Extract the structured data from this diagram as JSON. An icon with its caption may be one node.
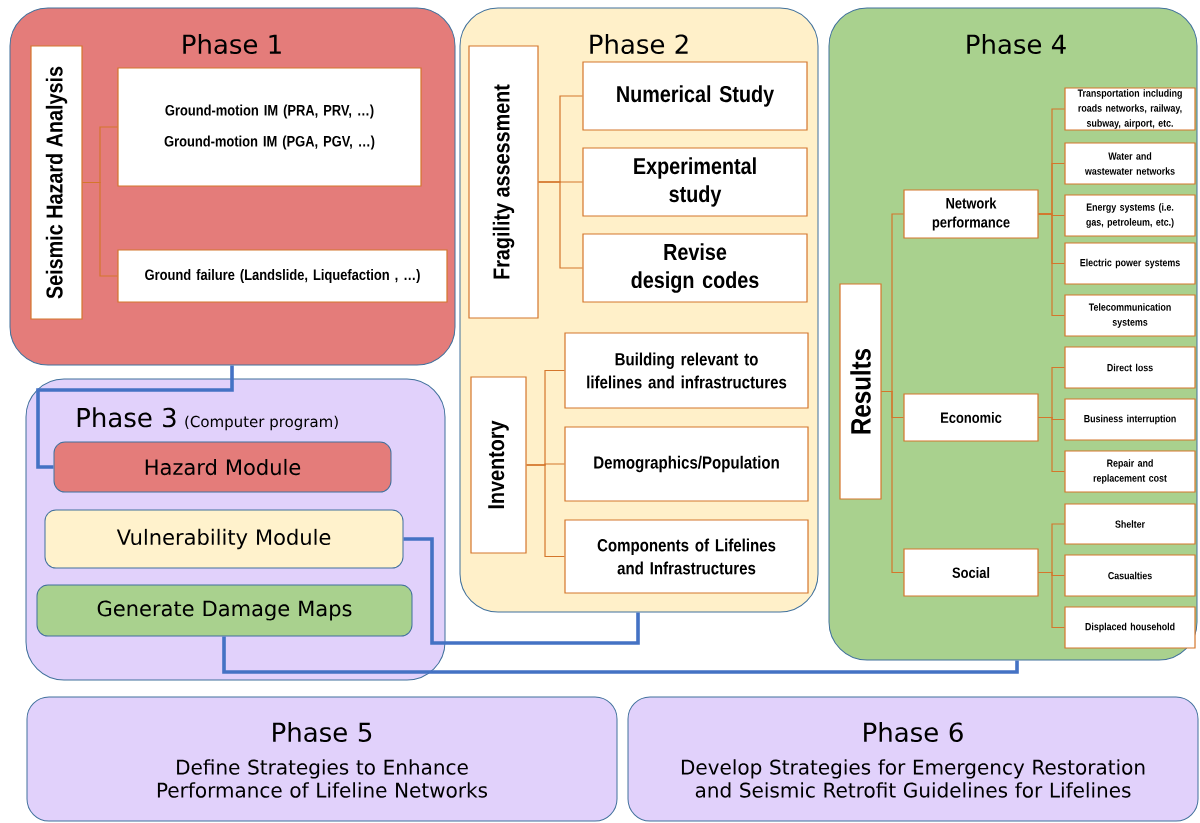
{
  "diagram": {
    "nodes": [
      {
        "text": [
          "Phase 1"
        ]
      },
      {
        "text": [
          "Seismic Hazard Analysis"
        ],
        "in": 0
      },
      {
        "text": [
          "Ground-motion IM (PRA, PRV, …)",
          "Ground-motion IM (PGA, PGV, …)"
        ],
        "in": 0
      },
      {
        "text": [
          "Ground failure (Landslide, Liquefaction , …)"
        ],
        "in": 0
      },
      {
        "text": [
          "Phase 2"
        ]
      },
      {
        "text": [
          "Fragility assessment"
        ],
        "in": 4
      },
      {
        "text": [
          "Numerical Study"
        ],
        "in": 4
      },
      {
        "text": [
          "Experimental study"
        ],
        "in": 4
      },
      {
        "text": [
          "Revise design codes"
        ],
        "in": 4
      },
      {
        "text": [
          "Inventory"
        ],
        "in": 4
      },
      {
        "text": [
          "Building relevant to lifelines and infrastructures"
        ],
        "in": 4
      },
      {
        "text": [
          "Demographics/Population"
        ],
        "in": 4
      },
      {
        "text": [
          "Components of Lifelines and Infrastructures"
        ],
        "in": 4
      },
      {
        "text": [
          "Phase 3",
          "(Computer program)"
        ]
      },
      {
        "text": [
          "Hazard Module"
        ],
        "in": 13
      },
      {
        "text": [
          "Vulnerability Module"
        ],
        "in": 13
      },
      {
        "text": [
          "Generate Damage Maps"
        ],
        "in": 13
      },
      {
        "text": [
          "Phase 4"
        ]
      },
      {
        "text": [
          "Results"
        ],
        "in": 17
      },
      {
        "text": [
          "Network performance"
        ],
        "in": 17
      },
      {
        "text": [
          "Economic"
        ],
        "in": 17
      },
      {
        "text": [
          "Social"
        ],
        "in": 17
      },
      {
        "text": [
          "Transportation including roads networks, railway, subway, airport, etc."
        ],
        "in": 17
      },
      {
        "text": [
          "Water and wastewater networks"
        ],
        "in": 17
      },
      {
        "text": [
          "Energy systems (i.e. gas, petroleum, etc.)"
        ],
        "in": 17
      },
      {
        "text": [
          "Electric power systems"
        ],
        "in": 17
      },
      {
        "text": [
          "Telecommunication systems"
        ],
        "in": 17
      },
      {
        "text": [
          "Direct loss"
        ],
        "in": 17
      },
      {
        "text": [
          "Business interruption"
        ],
        "in": 17
      },
      {
        "text": [
          "Repair and replacement cost"
        ],
        "in": 17
      },
      {
        "text": [
          "Shelter"
        ],
        "in": 17
      },
      {
        "text": [
          "Casualties"
        ],
        "in": 17
      },
      {
        "text": [
          "Displaced household"
        ],
        "in": 17
      },
      {
        "text": [
          "Phase 5",
          "Define Strategies to Enhance Performance of Lifeline Networks"
        ]
      },
      {
        "text": [
          "Phase 6",
          "Develop Strategies for Emergency Restoration and Seismic Retrofit Guidelines for Lifelines"
        ]
      }
    ],
    "edges": [
      {
        "from": 1,
        "to": 2,
        "arrow": "none"
      },
      {
        "from": 1,
        "to": 3,
        "arrow": "none"
      },
      {
        "from": 5,
        "to": 6,
        "arrow": "none"
      },
      {
        "from": 5,
        "to": 7,
        "arrow": "none"
      },
      {
        "from": 5,
        "to": 8,
        "arrow": "none"
      },
      {
        "from": 9,
        "to": 10,
        "arrow": "none"
      },
      {
        "from": 9,
        "to": 11,
        "arrow": "none"
      },
      {
        "from": 9,
        "to": 12,
        "arrow": "none"
      },
      {
        "from": 18,
        "to": 19,
        "arrow": "none"
      },
      {
        "from": 18,
        "to": 20,
        "arrow": "none"
      },
      {
        "from": 18,
        "to": 21,
        "arrow": "none"
      },
      {
        "from": 19,
        "to": 22,
        "arrow": "none"
      },
      {
        "from": 19,
        "to": 23,
        "arrow": "none"
      },
      {
        "from": 19,
        "to": 24,
        "arrow": "none"
      },
      {
        "from": 19,
        "to": 25,
        "arrow": "none"
      },
      {
        "from": 19,
        "to": 26,
        "arrow": "none"
      },
      {
        "from": 20,
        "to": 27,
        "arrow": "none"
      },
      {
        "from": 20,
        "to": 28,
        "arrow": "none"
      },
      {
        "from": 20,
        "to": 29,
        "arrow": "none"
      },
      {
        "from": 21,
        "to": 30,
        "arrow": "none"
      },
      {
        "from": 21,
        "to": 31,
        "arrow": "none"
      },
      {
        "from": 21,
        "to": 32,
        "arrow": "none"
      },
      {
        "from": 0,
        "to": 14,
        "arrow": "none",
        "style": "thick",
        "color": "#4472c4"
      },
      {
        "from": 4,
        "to": 15,
        "arrow": "none",
        "style": "thick",
        "color": "#4472c4"
      },
      {
        "from": 17,
        "to": 16,
        "arrow": "none",
        "style": "thick",
        "color": "#4472c4"
      }
    ]
  }
}
